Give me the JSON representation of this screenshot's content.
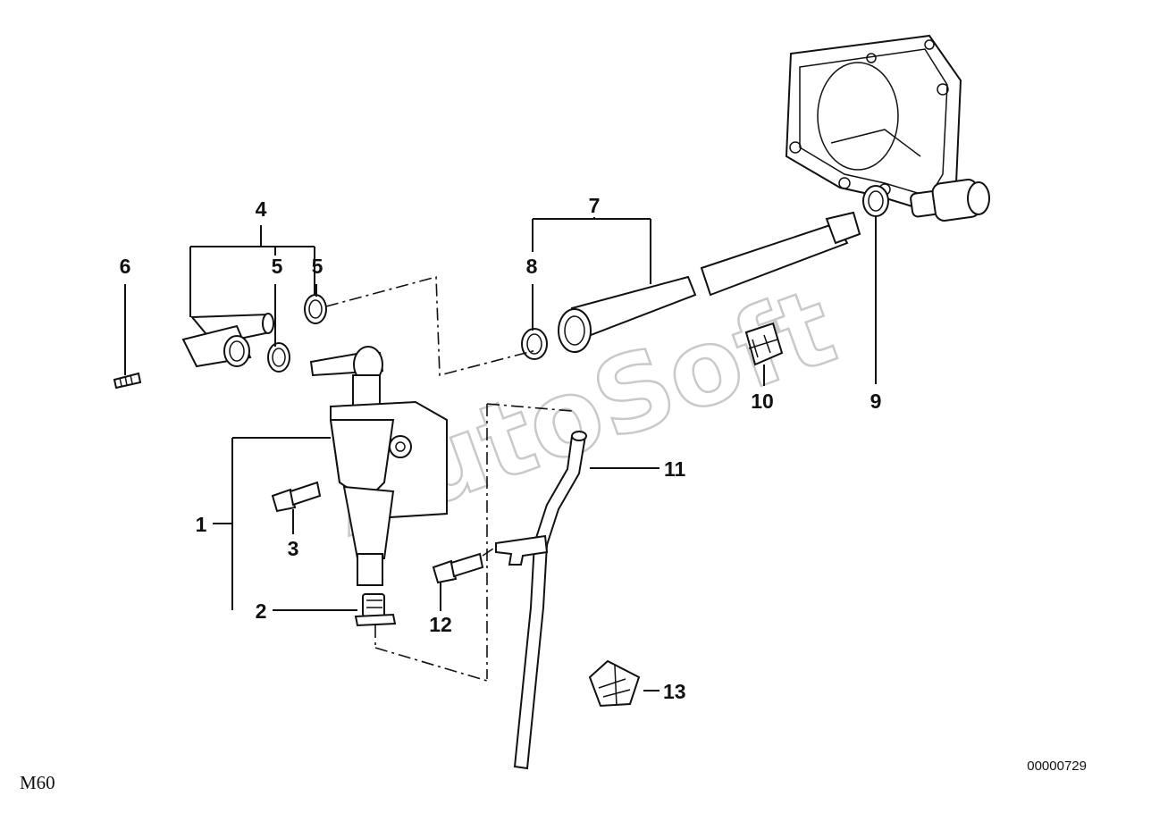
{
  "diagram": {
    "engine_label": "M60",
    "figure_number": "00000729",
    "watermark": "AutoSoft",
    "callouts": {
      "c1": "1",
      "c2": "2",
      "c3": "3",
      "c4": "4",
      "c5a": "5",
      "c5b": "5",
      "c6": "6",
      "c7": "7",
      "c8": "8",
      "c9": "9",
      "c10": "10",
      "c11": "11",
      "c12": "12",
      "c13": "13"
    }
  }
}
